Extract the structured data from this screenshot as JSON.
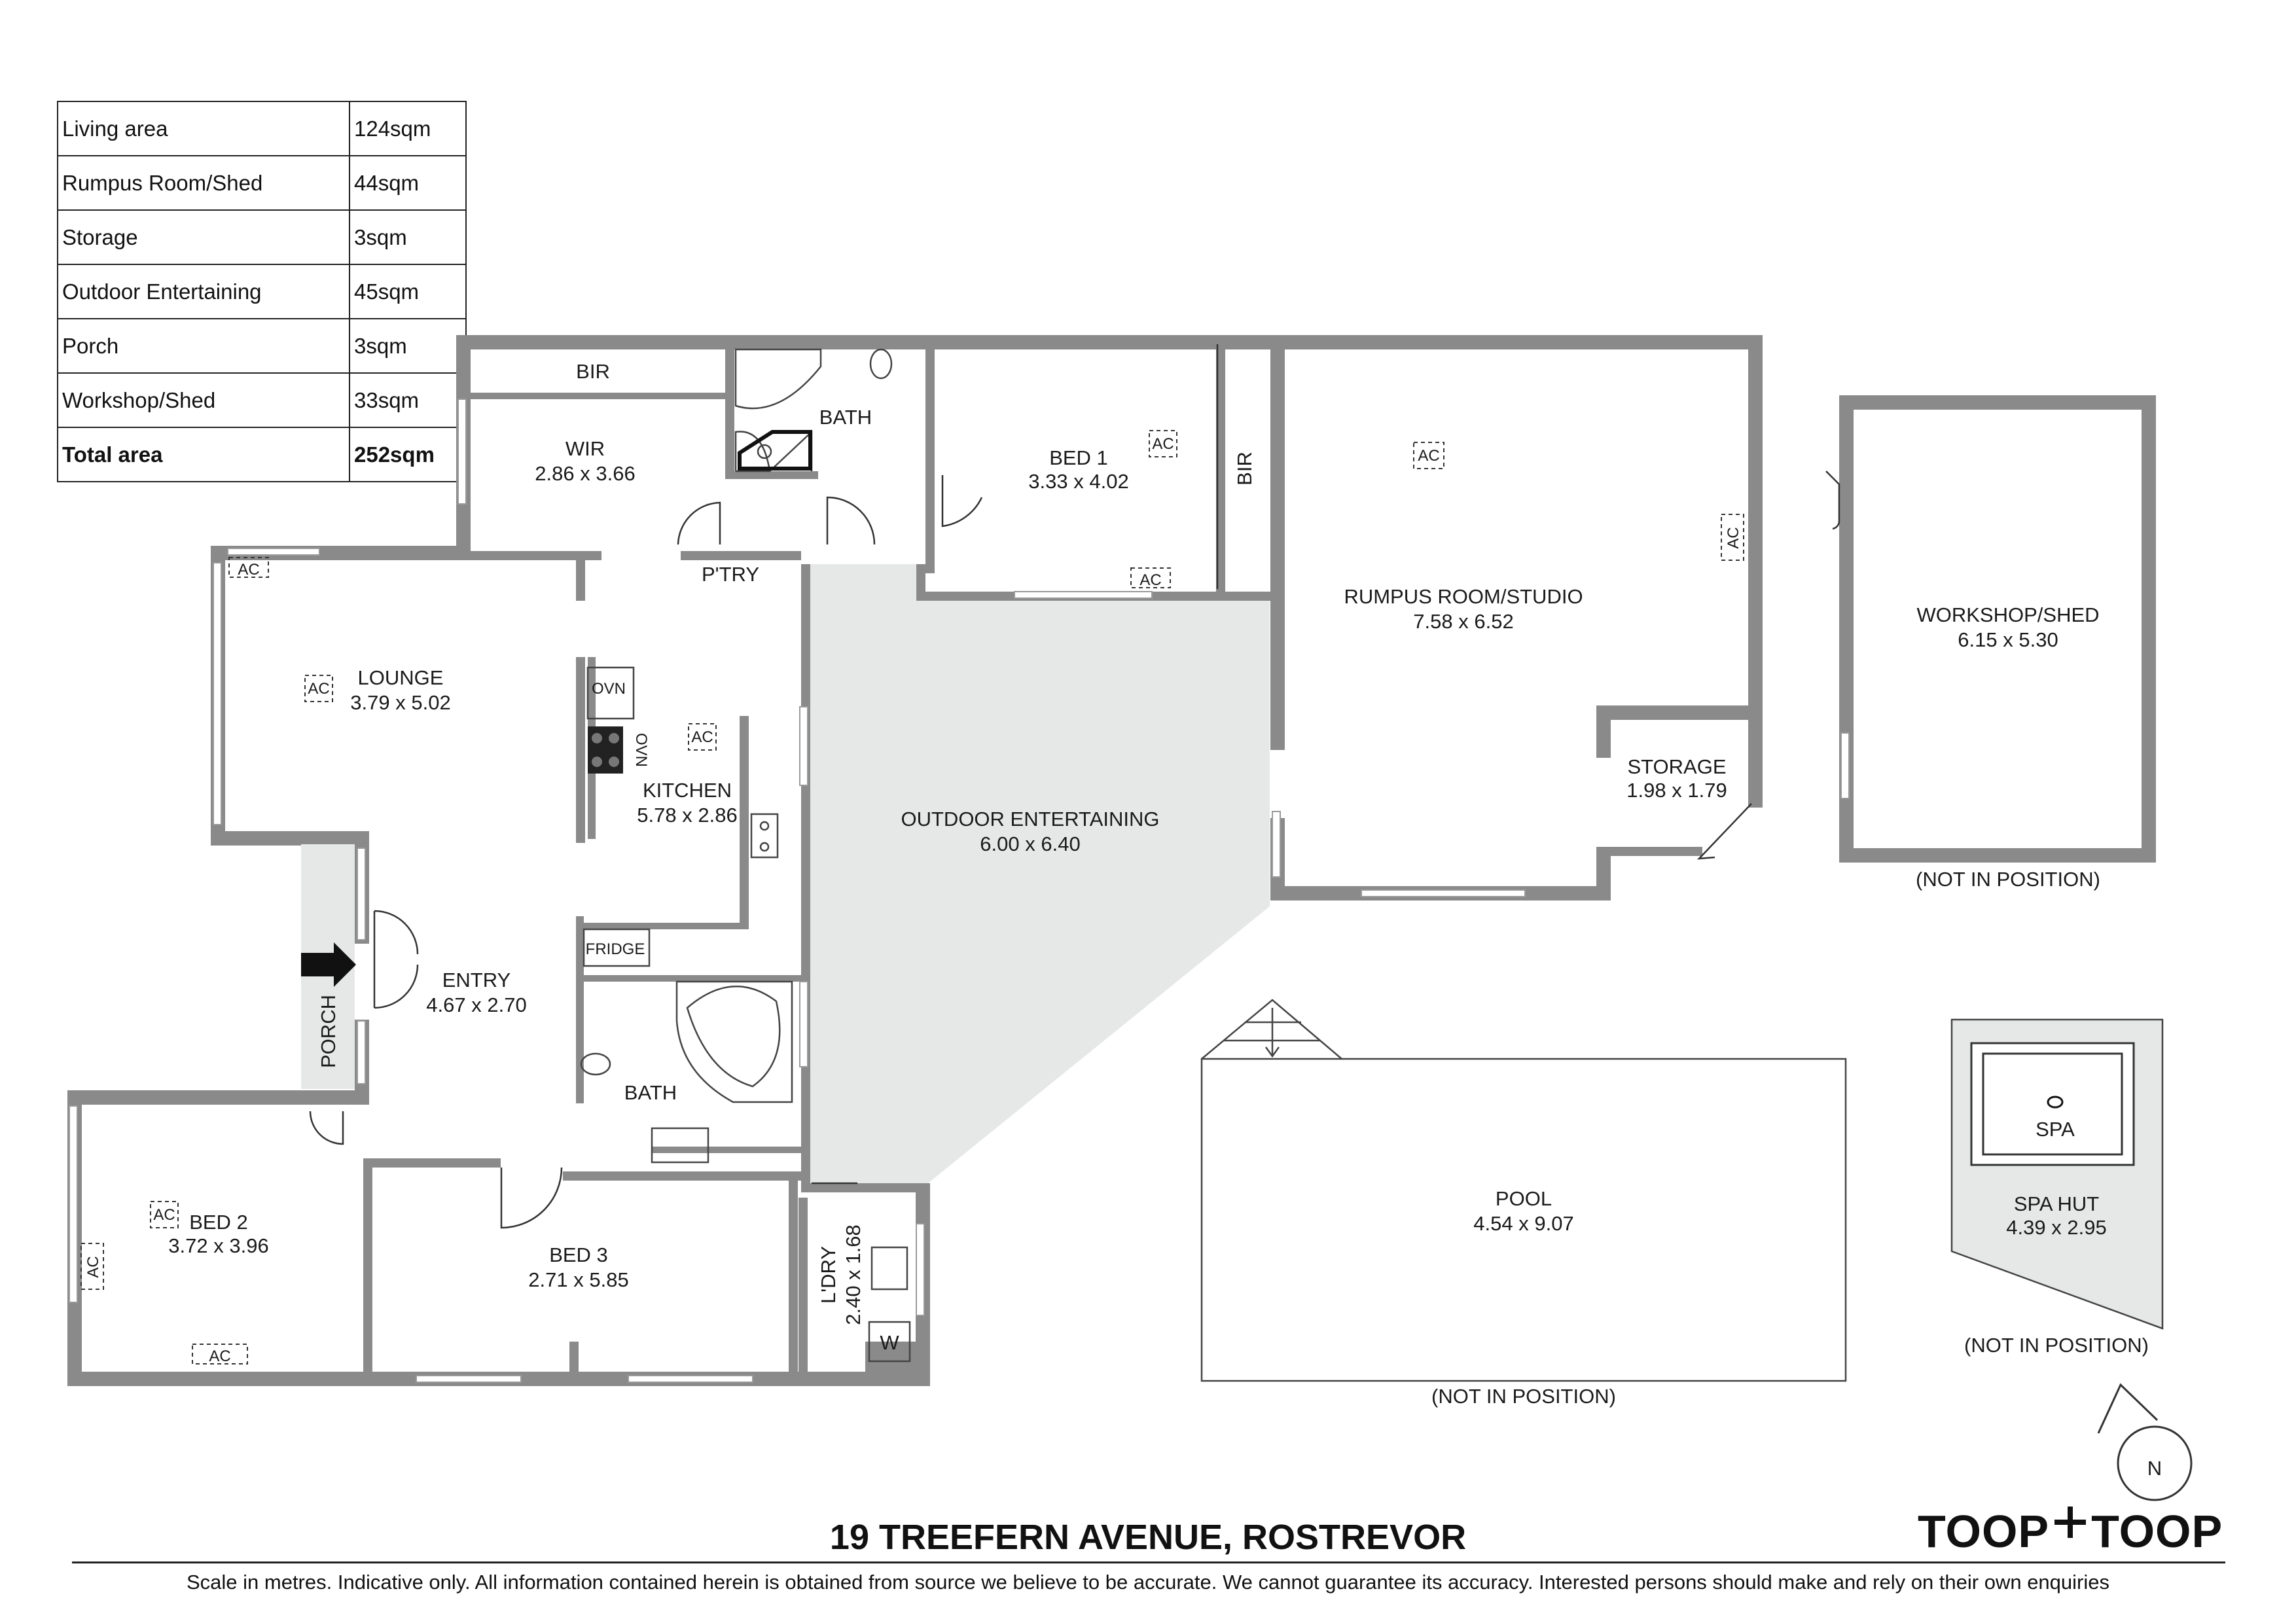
{
  "area_table": {
    "rows": [
      {
        "label": "Living area",
        "value": "124sqm"
      },
      {
        "label": "Rumpus Room/Shed",
        "value": "44sqm"
      },
      {
        "label": "Storage",
        "value": "3sqm"
      },
      {
        "label": "Outdoor Entertaining",
        "value": "45sqm"
      },
      {
        "label": "Porch",
        "value": "3sqm"
      },
      {
        "label": "Workshop/Shed",
        "value": "33sqm"
      }
    ],
    "total": {
      "label": "Total area",
      "value": "252sqm"
    }
  },
  "rooms": {
    "bir_top": {
      "name": "BIR"
    },
    "wir": {
      "name": "WIR",
      "dims": "2.86 x 3.66"
    },
    "bath_top": {
      "name": "BATH"
    },
    "bed1": {
      "name": "BED 1",
      "dims": "3.33 x 4.02"
    },
    "bir_side": {
      "name": "BIR"
    },
    "rumpus": {
      "name": "RUMPUS ROOM/STUDIO",
      "dims": "7.58 x 6.52"
    },
    "workshop": {
      "name": "WORKSHOP/SHED",
      "dims": "6.15 x 5.30"
    },
    "pantry": {
      "name": "P'TRY"
    },
    "lounge": {
      "name": "LOUNGE",
      "dims": "3.79 x 5.02"
    },
    "oven_label": {
      "name": "OVN"
    },
    "oven_label_side": {
      "name": "OVN"
    },
    "kitchen": {
      "name": "KITCHEN",
      "dims": "5.78 x 2.86"
    },
    "outdoor": {
      "name": "OUTDOOR ENTERTAINING",
      "dims": "6.00 x 6.40"
    },
    "storage": {
      "name": "STORAGE",
      "dims": "1.98 x 1.79"
    },
    "fridge": {
      "name": "FRIDGE"
    },
    "entry": {
      "name": "ENTRY",
      "dims": "4.67 x 2.70"
    },
    "porch": {
      "name": "PORCH"
    },
    "bath_mid": {
      "name": "BATH"
    },
    "bed2": {
      "name": "BED 2",
      "dims": "3.72 x 3.96"
    },
    "bed3": {
      "name": "BED 3",
      "dims": "2.71 x 5.85"
    },
    "laundry": {
      "name": "L'DRY",
      "dims": "2.40 x 1.68"
    },
    "washer": {
      "name": "W"
    },
    "pool": {
      "name": "POOL",
      "dims": "4.54 x 9.07"
    },
    "spa": {
      "name": "SPA"
    },
    "spa_hut": {
      "name": "SPA HUT",
      "dims": "4.39 x 2.95"
    }
  },
  "ac_label": "AC",
  "not_in_position": "(NOT IN POSITION)",
  "compass": {
    "letter": "N",
    "icon": "north-arrow-icon"
  },
  "address": "19 TREEFERN AVENUE, ROSTREVOR",
  "disclaimer": "Scale in metres. Indicative only. All information contained herein is obtained from source we believe to be accurate. We cannot guarantee its accuracy. Interested persons should make and rely on their own enquiries",
  "logo": {
    "left": "TOOP",
    "right": "TOOP"
  },
  "colors": {
    "wall": "#8a8a8a",
    "outdoor_fill": "#e6e8e7",
    "spa_hut_fill": "#e6e8e7"
  }
}
